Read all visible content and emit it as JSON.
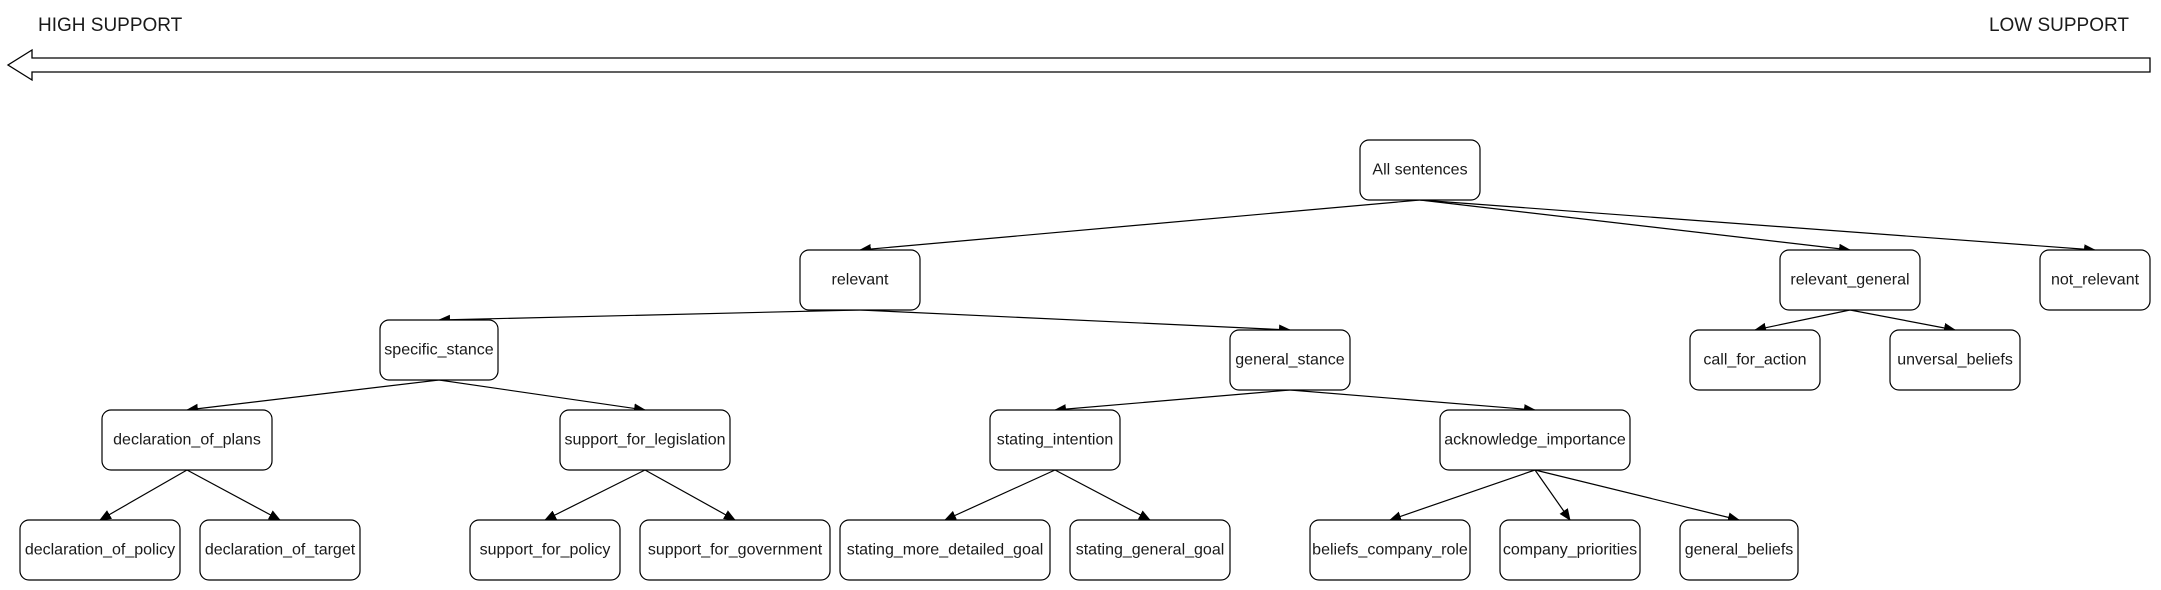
{
  "scale": {
    "high_label": "HIGH SUPPORT",
    "low_label": "LOW SUPPORT"
  },
  "tree": {
    "root": "all",
    "nodes": {
      "all": "All sentences",
      "relevant": "relevant",
      "relevant_general": "relevant_general",
      "not_relevant": "not_relevant",
      "specific_stance": "specific_stance",
      "general_stance": "general_stance",
      "call_for_action": "call_for_action",
      "unversal_beliefs": "unversal_beliefs",
      "declaration_of_plans": "declaration_of_plans",
      "support_for_legislation": "support_for_legislation",
      "stating_intention": "stating_intention",
      "acknowledge_importance": "acknowledge_importance",
      "declaration_of_policy": "declaration_of_policy",
      "declaration_of_target": "declaration_of_target",
      "support_for_policy": "support_for_policy",
      "support_for_government": "support_for_government",
      "stating_more_detailed_goal": "stating_more_detailed_goal",
      "stating_general_goal": "stating_general_goal",
      "beliefs_company_role": "beliefs_company_role",
      "company_priorities": "company_priorities",
      "general_beliefs": "general_beliefs"
    },
    "edges": [
      [
        "all",
        "relevant"
      ],
      [
        "all",
        "relevant_general"
      ],
      [
        "all",
        "not_relevant"
      ],
      [
        "relevant",
        "specific_stance"
      ],
      [
        "relevant",
        "general_stance"
      ],
      [
        "relevant_general",
        "call_for_action"
      ],
      [
        "relevant_general",
        "unversal_beliefs"
      ],
      [
        "specific_stance",
        "declaration_of_plans"
      ],
      [
        "specific_stance",
        "support_for_legislation"
      ],
      [
        "general_stance",
        "stating_intention"
      ],
      [
        "general_stance",
        "acknowledge_importance"
      ],
      [
        "declaration_of_plans",
        "declaration_of_policy"
      ],
      [
        "declaration_of_plans",
        "declaration_of_target"
      ],
      [
        "support_for_legislation",
        "support_for_policy"
      ],
      [
        "support_for_legislation",
        "support_for_government"
      ],
      [
        "stating_intention",
        "stating_more_detailed_goal"
      ],
      [
        "stating_intention",
        "stating_general_goal"
      ],
      [
        "acknowledge_importance",
        "beliefs_company_role"
      ],
      [
        "acknowledge_importance",
        "company_priorities"
      ],
      [
        "acknowledge_importance",
        "general_beliefs"
      ]
    ]
  }
}
